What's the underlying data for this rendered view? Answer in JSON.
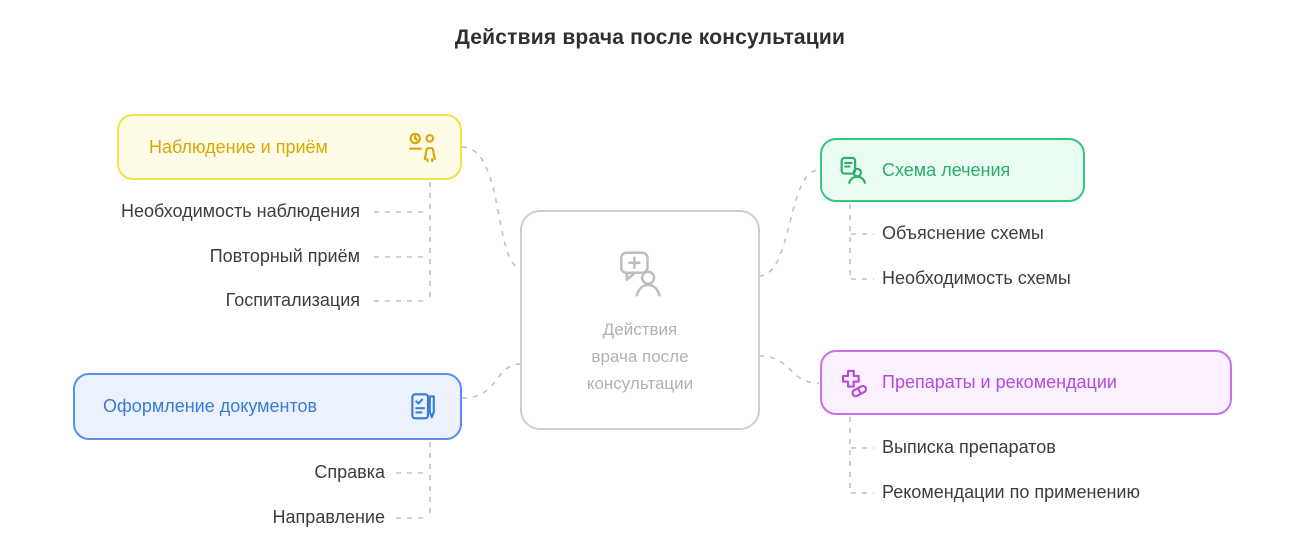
{
  "title": "Действия врача после консультации",
  "center_node": {
    "line1": "Действия",
    "line2": "врача после",
    "line3": "консультации",
    "icon": "doctor-consultation-icon"
  },
  "branches": {
    "observation": {
      "label": "Наблюдение и приём",
      "icon": "appointment-clock-icon",
      "items": [
        "Необходимость наблюдения",
        "Повторный приём",
        "Госпитализация"
      ]
    },
    "documents": {
      "label": "Оформление документов",
      "icon": "document-pen-icon",
      "items": [
        "Справка",
        "Направление"
      ]
    },
    "treatment": {
      "label": "Схема лечения",
      "icon": "treatment-plan-icon",
      "items": [
        "Объяснение схемы",
        "Необходимость схемы"
      ]
    },
    "medications": {
      "label": "Препараты и рекомендации",
      "icon": "medication-pill-icon",
      "items": [
        "Выписка препаратов",
        "Рекомендации по применению"
      ]
    }
  },
  "colors": {
    "title_color": "#2F2F33",
    "item_color": "#3C3C42",
    "dash_color": "#C2C2C2",
    "center_border": "#CFCFCF",
    "center_text": "#B2B2B6",
    "observation_border": "#F2E24A",
    "observation_bg": "#FEFBE7",
    "observation_text": "#D9A800",
    "documents_border": "#5B8DEF",
    "documents_bg": "#EBF2FD",
    "documents_text": "#3A7BD5",
    "treatment_border": "#35C77F",
    "treatment_bg": "#EAFBF2",
    "treatment_text": "#2BAE66",
    "medications_border": "#C96FEB",
    "medications_bg": "#FAF0FE",
    "medications_text": "#B44CD9"
  }
}
